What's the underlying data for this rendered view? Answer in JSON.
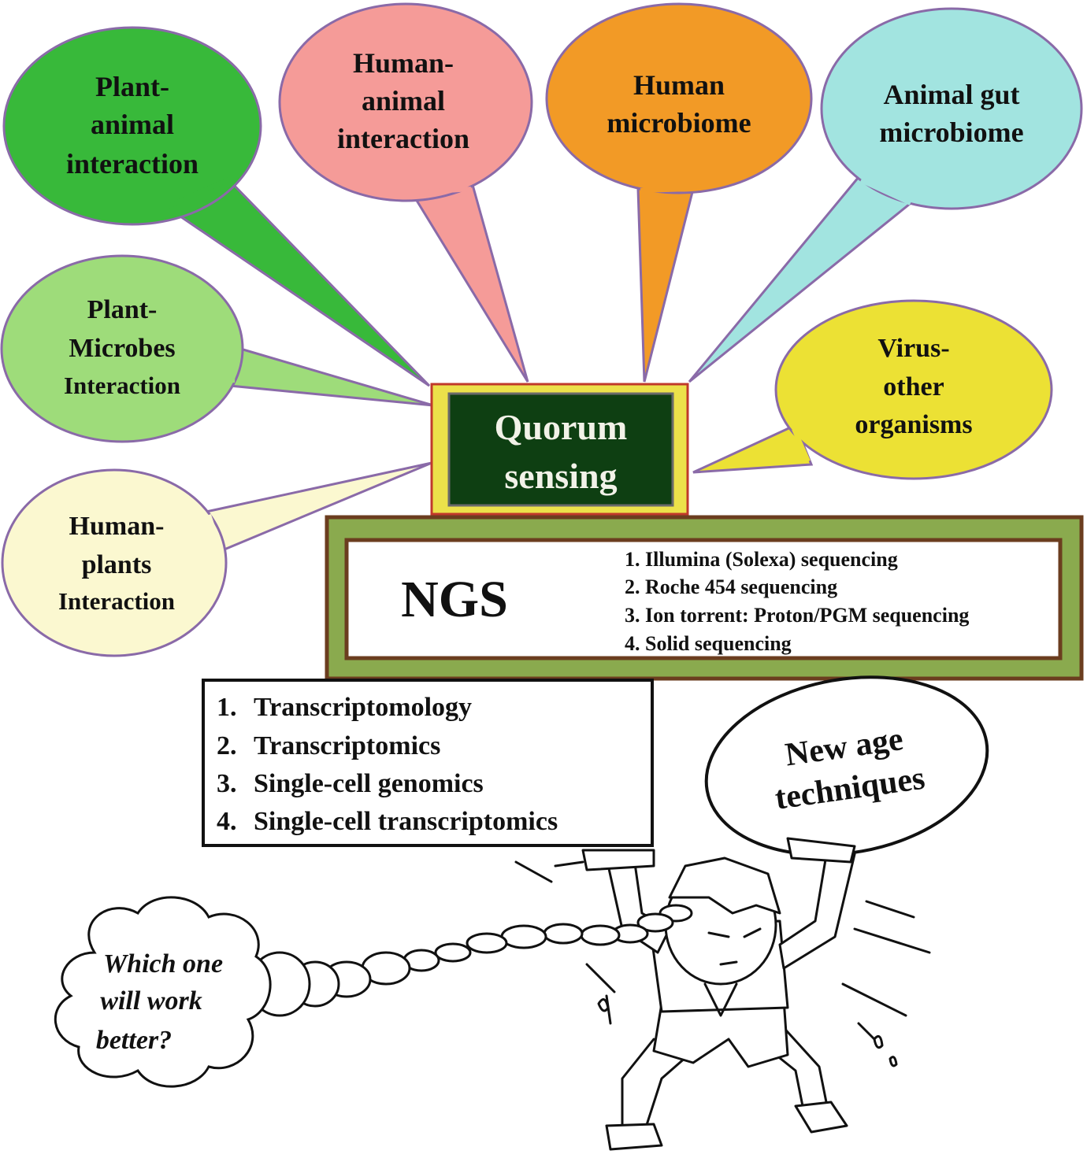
{
  "bubbles": {
    "plant_animal": {
      "line1": "Plant-",
      "line2": "animal",
      "line3": "interaction",
      "color": "#38b93a"
    },
    "human_animal": {
      "line1": "Human-",
      "line2": "animal",
      "line3": "interaction",
      "color": "#f59b98"
    },
    "human_microbiome": {
      "line1": "Human",
      "line2": "microbiome",
      "color": "#f29a26"
    },
    "animal_gut": {
      "line1": "Animal gut",
      "line2": "microbiome",
      "color": "#a2e4e0"
    },
    "plant_microbes": {
      "line1": "Plant-",
      "line2": "Microbes",
      "line3": "Interaction",
      "color": "#9edc7a"
    },
    "virus_other": {
      "line1": "Virus-",
      "line2": "other",
      "line3": "organisms",
      "color": "#ece134"
    },
    "human_plants": {
      "line1": "Human-",
      "line2": "plants",
      "line3": "Interaction",
      "color": "#fbf8d0"
    }
  },
  "center": {
    "line1": "Quorum",
    "line2": "sensing"
  },
  "ngs": {
    "title": "NGS",
    "items": [
      "1. Illumina (Solexa) sequencing",
      "2. Roche 454 sequencing",
      "3. Ion torrent: Proton/PGM sequencing",
      "4. Solid sequencing"
    ]
  },
  "techniques": {
    "items": [
      {
        "num": "1.",
        "label": "Transcriptomology"
      },
      {
        "num": "2.",
        "label": "Transcriptomics"
      },
      {
        "num": "3.",
        "label": "Single-cell genomics"
      },
      {
        "num": "4.",
        "label": "Single-cell transcriptomics"
      }
    ]
  },
  "new_age": {
    "line1": "New age",
    "line2": "techniques"
  },
  "thought": {
    "line1": "Which one",
    "line2": "will work",
    "line3": "better?"
  },
  "colors": {
    "bubble_outline": "#8a6aa8",
    "center_outer": "#ece14a",
    "center_border": "#c0392b",
    "center_inner": "#0e3f12",
    "ngs_outer": "#8aaa4e",
    "ngs_border": "#6b3d1f"
  }
}
